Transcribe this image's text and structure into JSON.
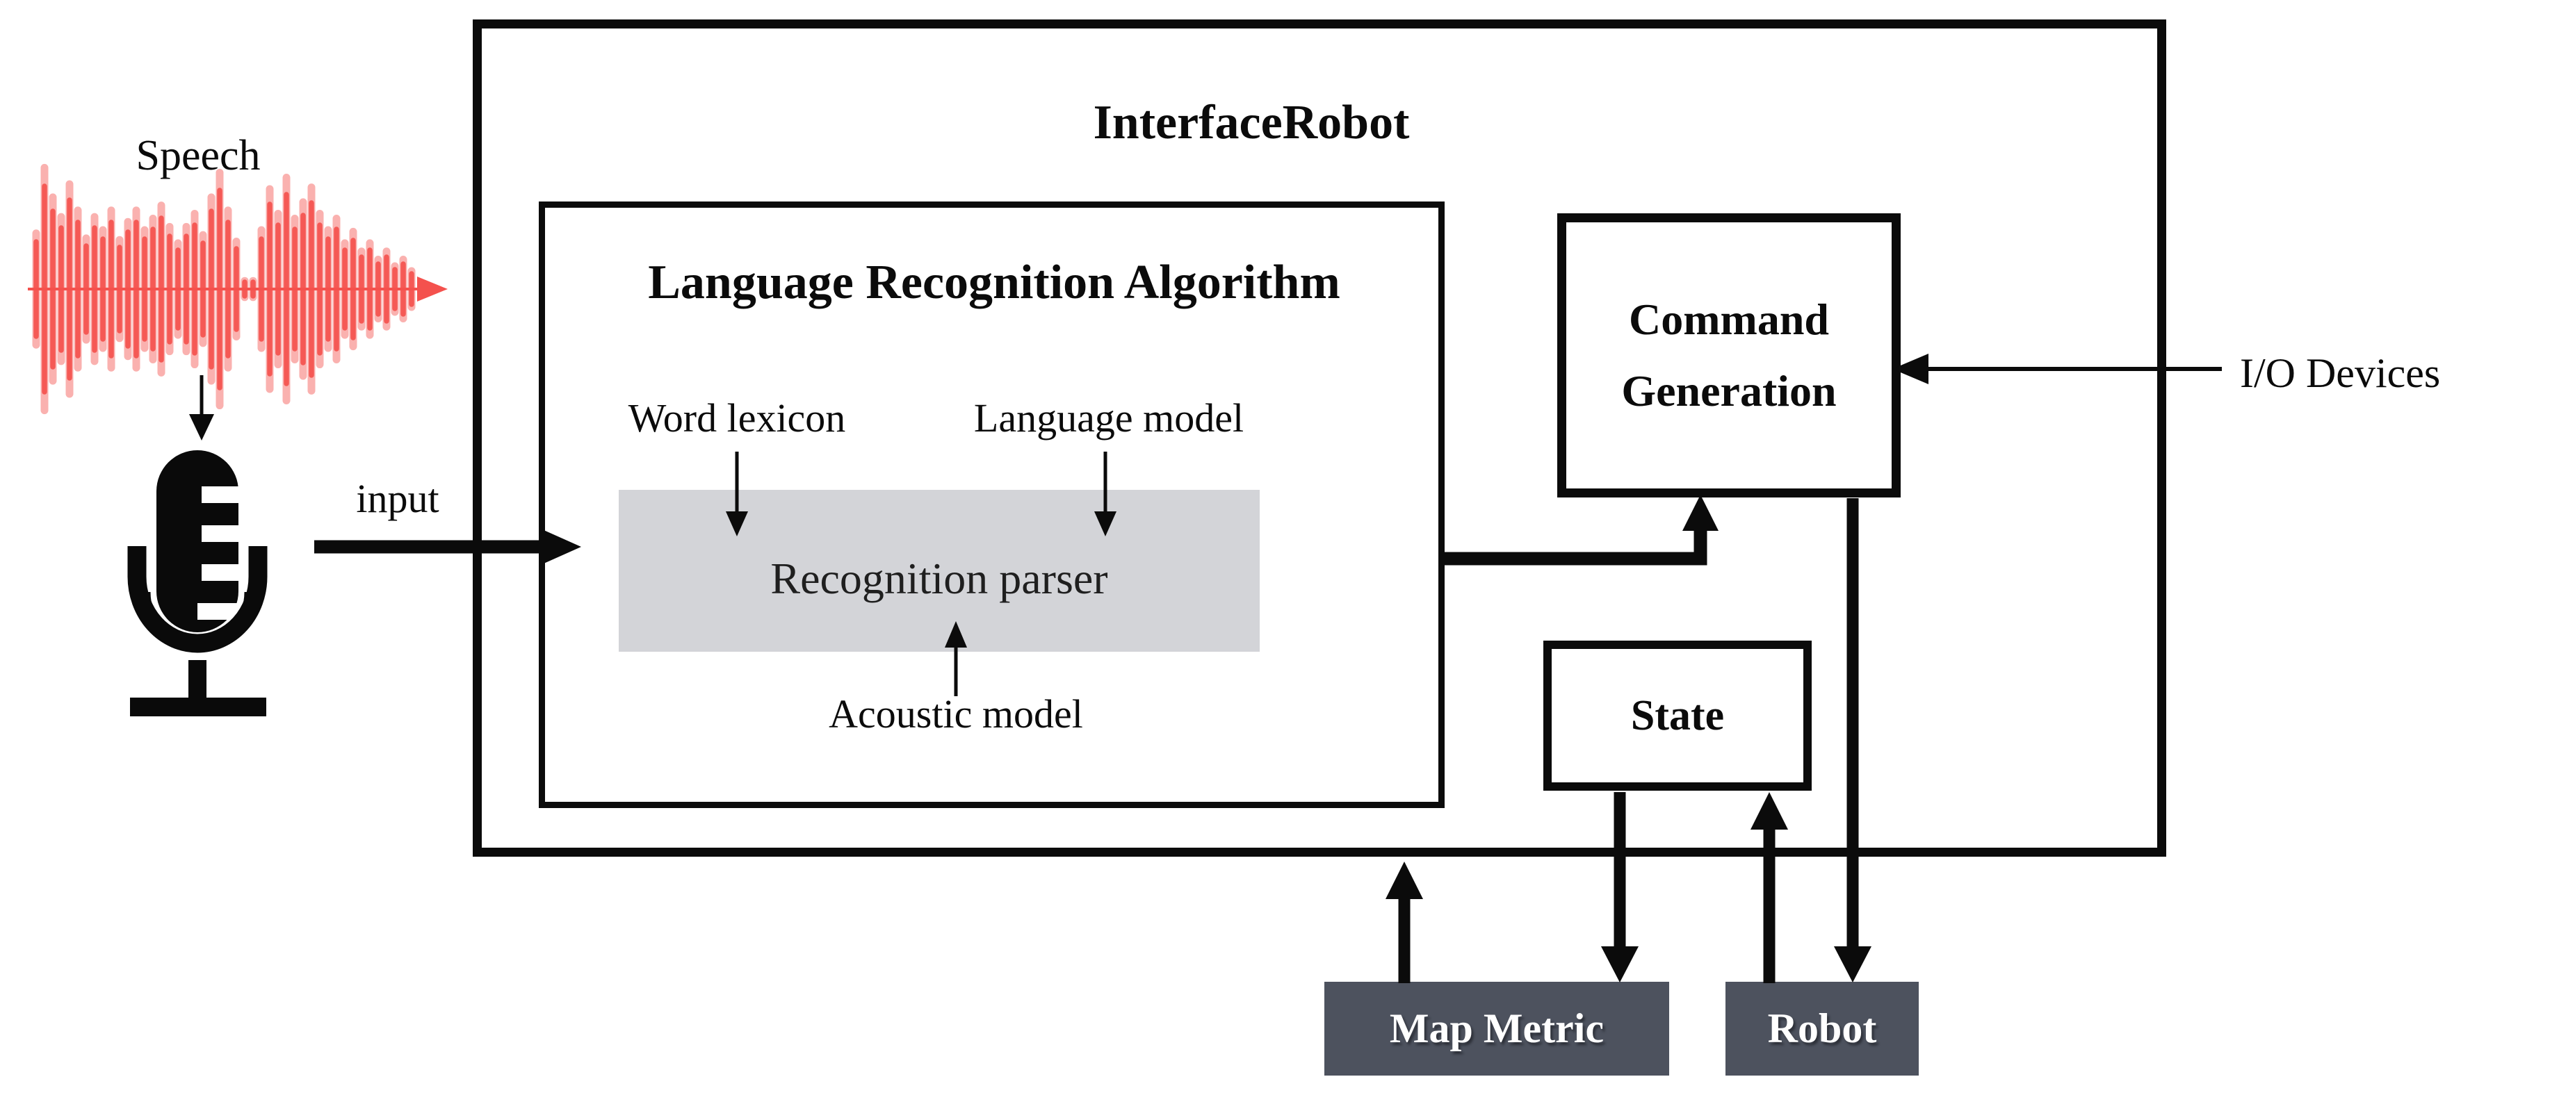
{
  "diagram": {
    "speech_label": "Speech",
    "input_label": "input",
    "outer_box_title": "InterfaceRobot",
    "lra": {
      "title": "Language Recognition Algorithm",
      "word_lexicon_label": "Word lexicon",
      "language_model_label": "Language model",
      "parser_label": "Recognition parser",
      "acoustic_label": "Acoustic model"
    },
    "command_generation_label": "Command\nGeneration",
    "io_devices_label": "I/O Devices",
    "state_label": "State",
    "map_metric_label": "Map Metric",
    "robot_label": "Robot"
  },
  "icons": {
    "waveform": "speech-waveform-icon",
    "microphone": "microphone-icon"
  },
  "colors": {
    "waveform_red": "#F4514D",
    "dark_box_bg": "#4D525E",
    "dark_box_text": "#FFFFFF",
    "parser_bg": "#D3D4D8",
    "line_black": "#0B0B0B"
  }
}
